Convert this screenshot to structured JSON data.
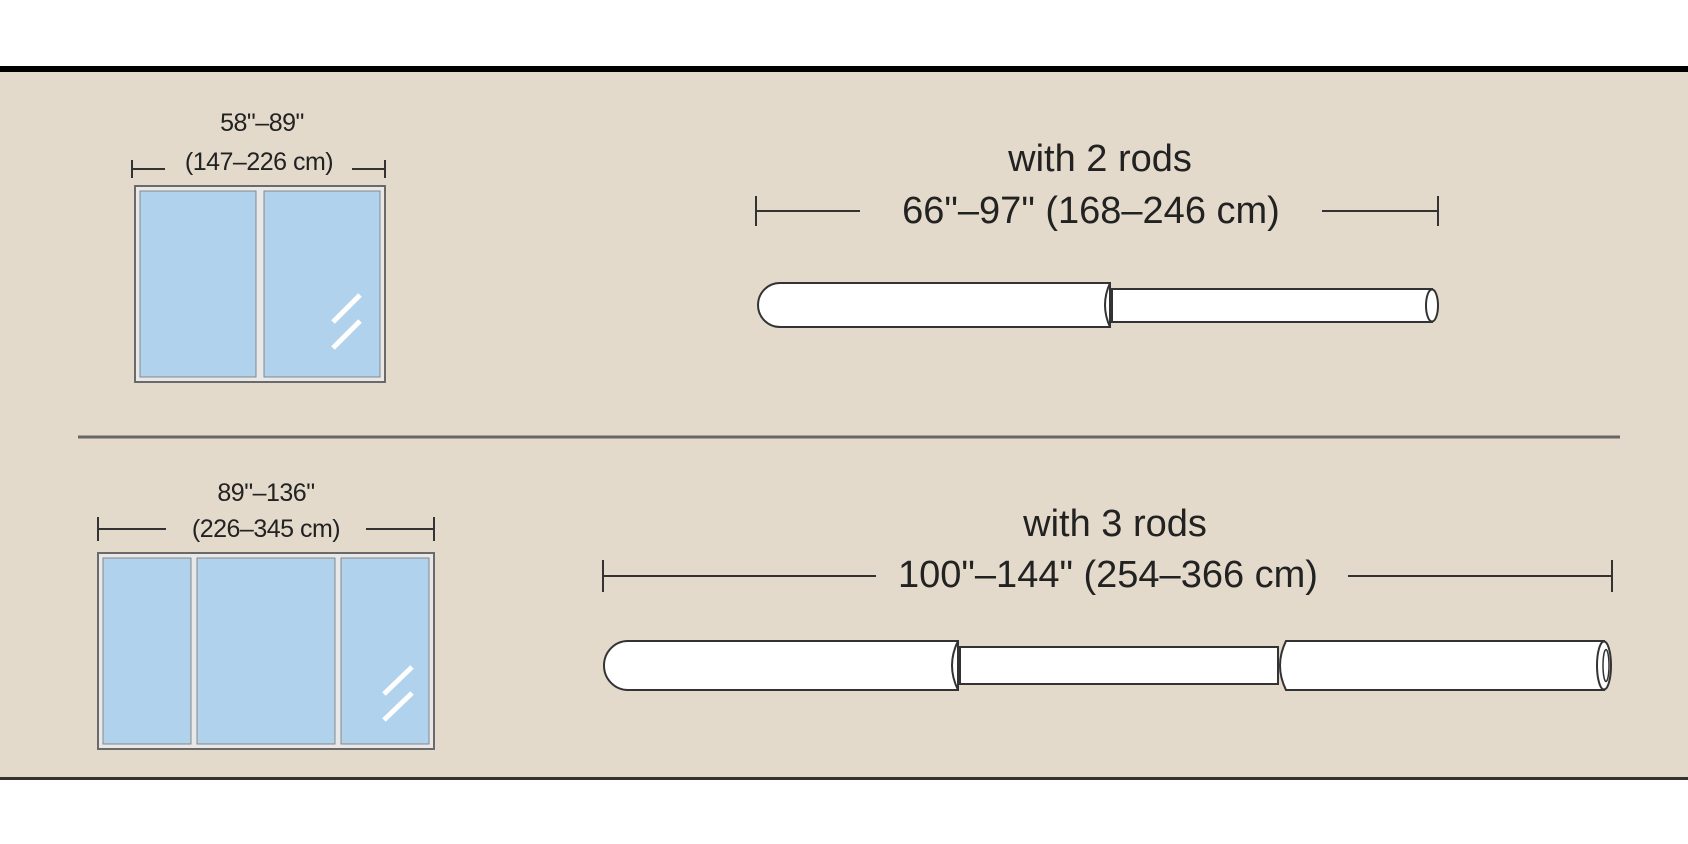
{
  "rows": [
    {
      "window_in": "58\"–89\"",
      "window_cm": "(147–226 cm)",
      "rods_label": "with 2 rods",
      "rod_range": "66\"–97\" (168–246 cm)",
      "rod_count": 2,
      "pane_count": 2
    },
    {
      "window_in": "89\"–136\"",
      "window_cm": "(226–345 cm)",
      "rods_label": "with 3 rods",
      "rod_range": "100\"–144\" (254–366 cm)",
      "rod_count": 3,
      "pane_count": 3
    }
  ],
  "colors": {
    "background": "#e3dacb",
    "glass": "#b1d2ec",
    "frame": "#6a6a6a",
    "rod": "#ffffff",
    "line": "#333333"
  }
}
